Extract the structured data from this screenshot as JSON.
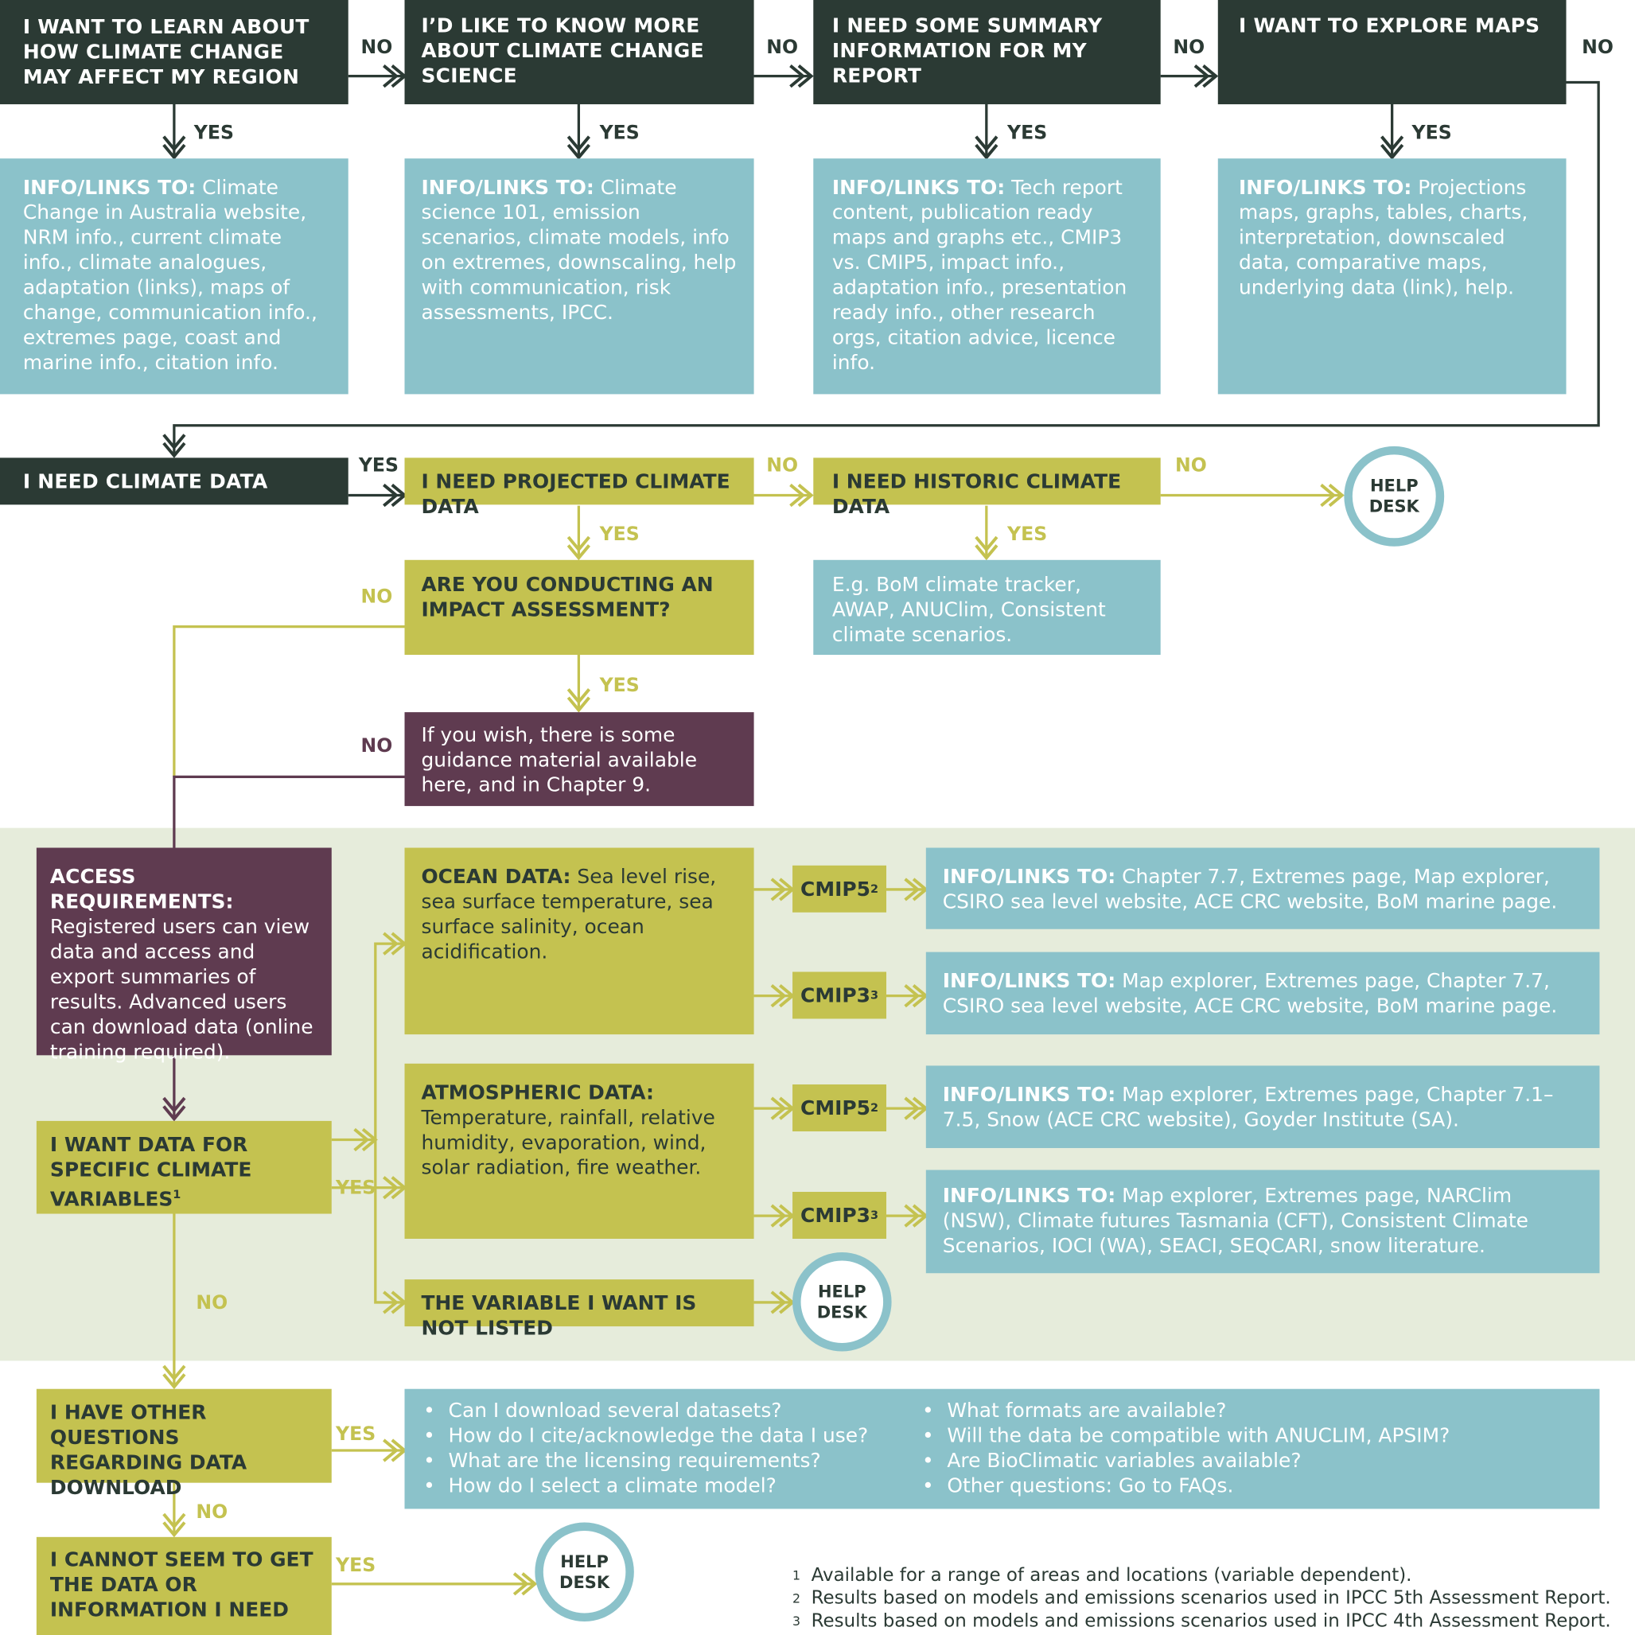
{
  "colors": {
    "dark": "#2b3a34",
    "teal": "#8bc2ca",
    "olive": "#c4c250",
    "plum": "#5f3b50",
    "band": "#e6ecdb"
  },
  "labels": {
    "yes": "YES",
    "no": "NO"
  },
  "row1": [
    {
      "question": "I WANT TO LEARN ABOUT HOW CLIMATE CHANGE MAY AFFECT MY REGION",
      "info_prefix": "INFO/LINKS TO:",
      "info": "Climate Change in Australia website, NRM info., current climate info., climate analogues, adaptation (links), maps of change, communication info., extremes page, coast and marine info., citation info."
    },
    {
      "question": "I’D LIKE TO KNOW MORE ABOUT CLIMATE CHANGE SCIENCE",
      "info_prefix": "INFO/LINKS TO:",
      "info": "Climate science 101, emission scenarios, climate models, info on extremes, downscaling, help with communication, risk assessments, IPCC."
    },
    {
      "question": "I NEED SOME SUMMARY INFORMATION FOR MY REPORT",
      "info_prefix": "INFO/LINKS TO:",
      "info": "Tech report content, publication ready maps and graphs etc., CMIP3 vs. CMIP5, impact info., adaptation info., presentation ready info., other research orgs, citation advice, licence info."
    },
    {
      "question": "I WANT TO EXPLORE MAPS",
      "info_prefix": "INFO/LINKS TO:",
      "info": "Projections maps, graphs, tables, charts, interpretation, downscaled data, comparative maps, underlying data (link), help."
    }
  ],
  "data_flow": {
    "need_data": "I NEED CLIMATE DATA",
    "projected": "I NEED PROJECTED CLIMATE DATA",
    "historic": "I NEED HISTORIC CLIMATE DATA",
    "historic_info": "E.g. BoM climate tracker, AWAP, ANUClim, Consistent climate scenarios.",
    "help_desk": "HELP DESK",
    "impact_q": "ARE YOU CONDUCTING AN IMPACT ASSESSMENT?",
    "guidance": "If you wish, there is some guidance material available here, and in Chapter 9."
  },
  "access": {
    "title": "ACCESS REQUIREMENTS:",
    "text": "Registered users can view data and access and export summaries of results. Advanced users can download data (online training required)."
  },
  "variables": {
    "want": "I WANT DATA FOR SPECIFIC CLIMATE VARIABLES",
    "want_sup": "1",
    "ocean_title": "OCEAN DATA:",
    "ocean_text": "Sea level rise, sea surface temperature, sea surface salinity, ocean acidification.",
    "atmos_title": "ATMOSPHERIC DATA:",
    "atmos_text": "Temperature, rainfall, relative humidity, evaporation, wind, solar radiation, fire weather.",
    "not_listed": "THE VARIABLE I WANT IS NOT LISTED",
    "models": [
      {
        "name": "CMIP5",
        "sup": "2",
        "info_prefix": "INFO/LINKS TO:",
        "info": "Chapter 7.7, Extremes page, Map explorer, CSIRO sea level website, ACE CRC website, BoM marine page."
      },
      {
        "name": "CMIP3",
        "sup": "3",
        "info_prefix": "INFO/LINKS TO:",
        "info": "Map explorer, Extremes page, Chapter 7.7, CSIRO sea level website, ACE CRC website, BoM marine page."
      },
      {
        "name": "CMIP5",
        "sup": "2",
        "info_prefix": "INFO/LINKS TO:",
        "info": "Map explorer, Extremes page, Chapter 7.1–7.5, Snow (ACE CRC website), Goyder Institute (SA)."
      },
      {
        "name": "CMIP3",
        "sup": "3",
        "info_prefix": "INFO/LINKS TO:",
        "info": "Map explorer, Extremes page, NARClim (NSW), Climate futures Tasmania (CFT), Consistent Climate Scenarios, IOCI (WA), SEACI, SEQCARI, snow literature."
      }
    ]
  },
  "other": {
    "question": "I HAVE OTHER QUESTIONS REGARDING DATA DOWNLOAD",
    "faq_left": [
      "Can I download several datasets?",
      "How do I cite/acknowledge the data I use?",
      "What are the licensing requirements?",
      "How do I select a climate model?"
    ],
    "faq_right": [
      "What formats are available?",
      "Will the data be compatible with ANUCLIM, APSIM?",
      "Are BioClimatic variables available?",
      "Other questions: Go to FAQs."
    ],
    "cannot": "I CANNOT SEEM TO GET THE DATA OR INFORMATION I NEED"
  },
  "footnotes": [
    {
      "n": "1",
      "text": "Available for a range of areas and locations (variable dependent)."
    },
    {
      "n": "2",
      "text": "Results based on models and emissions scenarios used in IPCC 5th Assessment Report."
    },
    {
      "n": "3",
      "text": "Results based on models and emissions scenarios used in IPCC 4th Assessment Report."
    }
  ]
}
